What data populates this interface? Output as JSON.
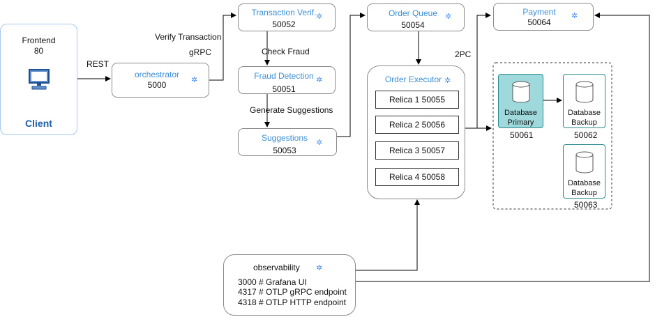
{
  "client": {
    "name": "Frontend",
    "port": "80",
    "label": "Client",
    "icon": "computer-icon"
  },
  "orchestrator": {
    "title": "orchestrator",
    "port": "5000"
  },
  "transaction": {
    "title": "Transaction Verif.",
    "port": "50052"
  },
  "fraud": {
    "title": "Fraud Detection",
    "port": "50051"
  },
  "suggestions": {
    "title": "Suggestions",
    "port": "50053"
  },
  "order_queue": {
    "title": "Order Queue",
    "port": "50054"
  },
  "order_executor": {
    "title": "Order Executor",
    "replicas": [
      "Relica 1 50055",
      "Relica 2 50056",
      "Relica 3 50057",
      "Relica 4 50058"
    ]
  },
  "payment": {
    "title": "Payment",
    "port": "50064"
  },
  "database": {
    "primary": {
      "name": "Database Primary",
      "port": "50061"
    },
    "backups": [
      {
        "name": "Database Backup",
        "port": "50062"
      },
      {
        "name": "Database Backup",
        "port": "50063"
      }
    ]
  },
  "observability": {
    "title": "observability",
    "lines": [
      "3000 # Grafana UI",
      "4317 # OTLP gRPC endpoint",
      "4318 # OTLP HTTP endpoint"
    ]
  },
  "edges": {
    "rest": "REST",
    "verify_transaction": "Verify Transaction",
    "grpc": "gRPC",
    "check_fraud": "Check Fraud",
    "generate_suggestions": "Generate Suggestions",
    "two_pc": "2PC"
  },
  "colors": {
    "accent": "#3c8fd6",
    "client_title": "#1f5fa8",
    "db_primary_fill": "#9fd9dc",
    "db_border": "#2a8c91"
  }
}
